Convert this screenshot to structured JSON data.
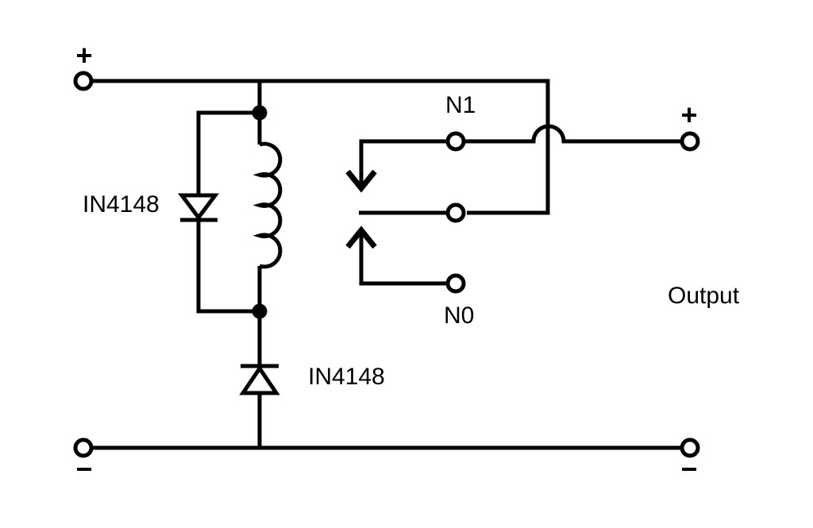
{
  "colors": {
    "background": "#ffffff",
    "line": "#000000",
    "text": "#000000"
  },
  "labels": {
    "input_plus": "+",
    "input_minus": "−",
    "output_plus": "+",
    "output_minus": "−",
    "output": "Output",
    "contact_n1": "N1",
    "contact_n0": "N0",
    "flyback_diode": "IN4148",
    "series_diode": "IN4148"
  }
}
